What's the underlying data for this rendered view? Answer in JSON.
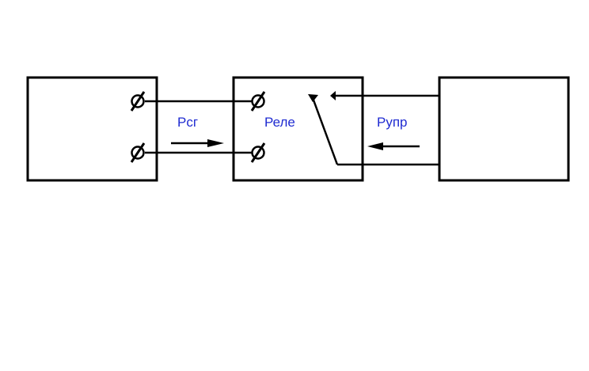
{
  "labels": {
    "signal": "Рсг",
    "relay": "Реле",
    "control": "Рупр"
  },
  "colors": {
    "line": "#000000",
    "label": "#1f2bd1",
    "background": "#ffffff"
  }
}
